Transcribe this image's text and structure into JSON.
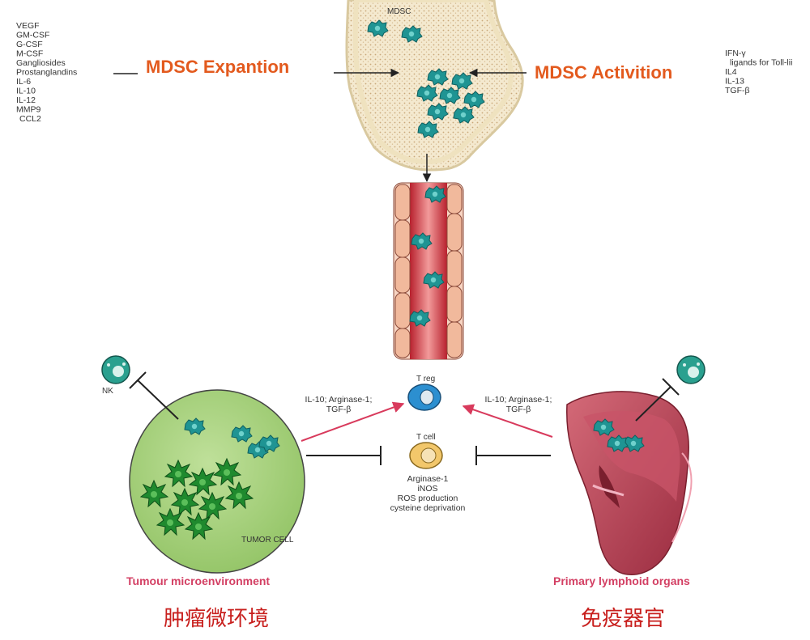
{
  "diagram": {
    "expansion_factors": [
      "VEGF",
      "GM-CSF",
      "G-CSF",
      "M-CSF",
      "Gangliosides",
      "Prostanglandins",
      "IL-6",
      "IL-10",
      "IL-12",
      "MMP9",
      "CCL2"
    ],
    "activation_factors": [
      "IFN-γ",
      "ligands for Toll-lii",
      "IL4",
      "IL-13",
      "TGF-β"
    ],
    "expansion_label": "MDSC Expantion",
    "activation_label": "MDSC Activition",
    "bone_label": "MDSC",
    "nk_label": "NK",
    "treg_label": "T reg",
    "tcell_label": "T cell",
    "left_secretion": [
      "IL-10; Arginase-1;",
      "TGF-β"
    ],
    "right_secretion": [
      "IL-10; Arginase-1;",
      "TGF-β"
    ],
    "suppression_mechanisms": [
      "Arginase-1",
      "iNOS",
      "ROS production",
      "cysteine deprivation"
    ],
    "tumor_cell_label": "TUMOR CELL",
    "tumour_caption": "Tumour microenvironment",
    "lymphoid_caption": "Primary lymphoid organs",
    "tumour_caption_cn": "肿瘤微环境",
    "lymphoid_caption_cn": "免疫器官"
  },
  "colors": {
    "mdsc_teal": "#1f9493",
    "tumour_green": "#a6d07c",
    "tumor_cell_green": "#1f8a2e",
    "vessel_red": "#d9333f",
    "spleen_red": "#b73b4e",
    "orange_title": "#e35a1e",
    "pink_caption": "#d33f63",
    "chinese_red": "#c8201e",
    "arrow_pink": "#d83a5c"
  }
}
